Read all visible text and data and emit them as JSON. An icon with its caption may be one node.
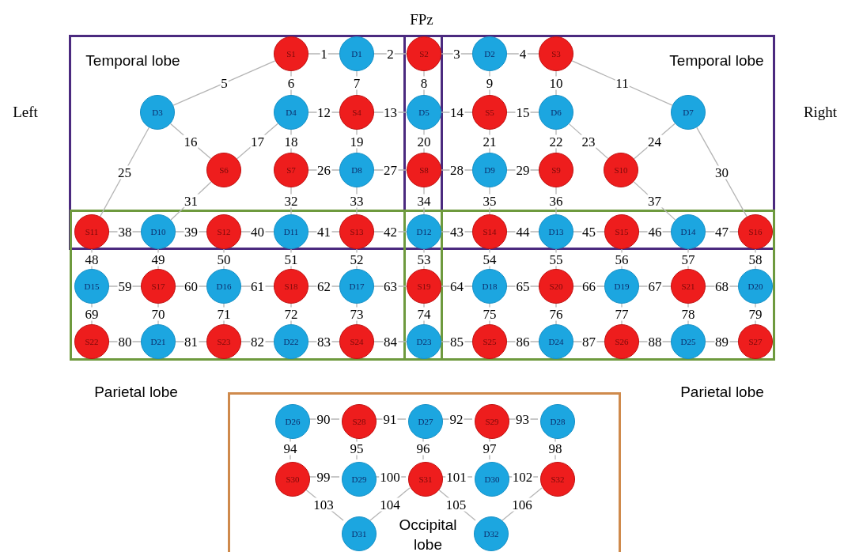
{
  "diagram": {
    "nodes": [
      {
        "text": [
          "S1"
        ]
      },
      {
        "text": [
          "D1"
        ]
      },
      {
        "text": [
          "S2"
        ]
      },
      {
        "text": [
          "D2"
        ]
      },
      {
        "text": [
          "S3"
        ]
      },
      {
        "text": [
          "D3"
        ]
      },
      {
        "text": [
          "D4"
        ]
      },
      {
        "text": [
          "S4"
        ]
      },
      {
        "text": [
          "D5"
        ]
      },
      {
        "text": [
          "S5"
        ]
      },
      {
        "text": [
          "D6"
        ]
      },
      {
        "text": [
          "D7"
        ]
      },
      {
        "text": [
          "S6"
        ]
      },
      {
        "text": [
          "S7"
        ]
      },
      {
        "text": [
          "D8"
        ]
      },
      {
        "text": [
          "S8"
        ]
      },
      {
        "text": [
          "D9"
        ]
      },
      {
        "text": [
          "S9"
        ]
      },
      {
        "text": [
          "S10"
        ]
      },
      {
        "text": [
          "S11"
        ]
      },
      {
        "text": [
          "D10"
        ]
      },
      {
        "text": [
          "S12"
        ]
      },
      {
        "text": [
          "D11"
        ]
      },
      {
        "text": [
          "S13"
        ]
      },
      {
        "text": [
          "D12"
        ]
      },
      {
        "text": [
          "S14"
        ]
      },
      {
        "text": [
          "D13"
        ]
      },
      {
        "text": [
          "S15"
        ]
      },
      {
        "text": [
          "D14"
        ]
      },
      {
        "text": [
          "S16"
        ]
      },
      {
        "text": [
          "D15"
        ]
      },
      {
        "text": [
          "S17"
        ]
      },
      {
        "text": [
          "D16"
        ]
      },
      {
        "text": [
          "S18"
        ]
      },
      {
        "text": [
          "D17"
        ]
      },
      {
        "text": [
          "S19"
        ]
      },
      {
        "text": [
          "D18"
        ]
      },
      {
        "text": [
          "S20"
        ]
      },
      {
        "text": [
          "D19"
        ]
      },
      {
        "text": [
          "S21"
        ]
      },
      {
        "text": [
          "D20"
        ]
      },
      {
        "text": [
          "S22"
        ]
      },
      {
        "text": [
          "D21"
        ]
      },
      {
        "text": [
          "S23"
        ]
      },
      {
        "text": [
          "D22"
        ]
      },
      {
        "text": [
          "S24"
        ]
      },
      {
        "text": [
          "D23"
        ]
      },
      {
        "text": [
          "S25"
        ]
      },
      {
        "text": [
          "D24"
        ]
      },
      {
        "text": [
          "S26"
        ]
      },
      {
        "text": [
          "D25"
        ]
      },
      {
        "text": [
          "S27"
        ]
      },
      {
        "text": [
          "Occipital lobe"
        ]
      },
      {
        "text": [
          "D26"
        ],
        "in": 52
      },
      {
        "text": [
          "S28"
        ],
        "in": 52
      },
      {
        "text": [
          "D27"
        ],
        "in": 52
      },
      {
        "text": [
          "S29"
        ],
        "in": 52
      },
      {
        "text": [
          "D28"
        ],
        "in": 52
      },
      {
        "text": [
          "S30"
        ],
        "in": 52
      },
      {
        "text": [
          "D29"
        ],
        "in": 52
      },
      {
        "text": [
          "S31"
        ],
        "in": 52
      },
      {
        "text": [
          "D30"
        ],
        "in": 52
      },
      {
        "text": [
          "S32"
        ],
        "in": 52
      },
      {
        "text": [
          "D31"
        ],
        "in": 52
      },
      {
        "text": [
          "D32"
        ],
        "in": 52
      }
    ],
    "edges": [
      {
        "from": 0,
        "to": 1,
        "arrow": "none",
        "label": "1"
      },
      {
        "from": 1,
        "to": 2,
        "arrow": "none",
        "label": "2"
      },
      {
        "from": 2,
        "to": 3,
        "arrow": "none",
        "label": "3"
      },
      {
        "from": 3,
        "to": 4,
        "arrow": "none",
        "label": "4"
      },
      {
        "from": 0,
        "to": 5,
        "arrow": "none",
        "label": "5"
      },
      {
        "from": 0,
        "to": 6,
        "arrow": "none",
        "label": "6"
      },
      {
        "from": 1,
        "to": 7,
        "arrow": "none",
        "label": "7"
      },
      {
        "from": 2,
        "to": 8,
        "arrow": "none",
        "label": "8"
      },
      {
        "from": 3,
        "to": 9,
        "arrow": "none",
        "label": "9"
      },
      {
        "from": 4,
        "to": 10,
        "arrow": "none",
        "label": "10"
      },
      {
        "from": 4,
        "to": 11,
        "arrow": "none",
        "label": "11"
      },
      {
        "from": 6,
        "to": 7,
        "arrow": "none",
        "label": "12"
      },
      {
        "from": 7,
        "to": 8,
        "arrow": "none",
        "label": "13"
      },
      {
        "from": 8,
        "to": 9,
        "arrow": "none",
        "label": "14"
      },
      {
        "from": 9,
        "to": 10,
        "arrow": "none",
        "label": "15"
      },
      {
        "from": 5,
        "to": 12,
        "arrow": "none",
        "label": "16"
      },
      {
        "from": 6,
        "to": 12,
        "arrow": "none",
        "label": "17"
      },
      {
        "from": 6,
        "to": 13,
        "arrow": "none",
        "label": "18"
      },
      {
        "from": 7,
        "to": 14,
        "arrow": "none",
        "label": "19"
      },
      {
        "from": 8,
        "to": 15,
        "arrow": "none",
        "label": "20"
      },
      {
        "from": 9,
        "to": 16,
        "arrow": "none",
        "label": "21"
      },
      {
        "from": 10,
        "to": 17,
        "arrow": "none",
        "label": "22"
      },
      {
        "from": 10,
        "to": 18,
        "arrow": "none",
        "label": "23"
      },
      {
        "from": 11,
        "to": 18,
        "arrow": "none",
        "label": "24"
      },
      {
        "from": 5,
        "to": 19,
        "arrow": "none",
        "label": "25"
      },
      {
        "from": 13,
        "to": 14,
        "arrow": "none",
        "label": "26"
      },
      {
        "from": 14,
        "to": 15,
        "arrow": "none",
        "label": "27"
      },
      {
        "from": 15,
        "to": 16,
        "arrow": "none",
        "label": "28"
      },
      {
        "from": 16,
        "to": 17,
        "arrow": "none",
        "label": "29"
      },
      {
        "from": 11,
        "to": 29,
        "arrow": "none",
        "label": "30"
      },
      {
        "from": 12,
        "to": 20,
        "arrow": "none",
        "label": "31"
      },
      {
        "from": 13,
        "to": 22,
        "arrow": "none",
        "label": "32"
      },
      {
        "from": 14,
        "to": 23,
        "arrow": "none",
        "label": "33"
      },
      {
        "from": 15,
        "to": 24,
        "arrow": "none",
        "label": "34"
      },
      {
        "from": 16,
        "to": 25,
        "arrow": "none",
        "label": "35"
      },
      {
        "from": 17,
        "to": 26,
        "arrow": "none",
        "label": "36"
      },
      {
        "from": 18,
        "to": 28,
        "arrow": "none",
        "label": "37"
      },
      {
        "from": 19,
        "to": 20,
        "arrow": "none",
        "label": "38"
      },
      {
        "from": 20,
        "to": 21,
        "arrow": "none",
        "label": "39"
      },
      {
        "from": 21,
        "to": 22,
        "arrow": "none",
        "label": "40"
      },
      {
        "from": 22,
        "to": 23,
        "arrow": "none",
        "label": "41"
      },
      {
        "from": 23,
        "to": 24,
        "arrow": "none",
        "label": "42"
      },
      {
        "from": 24,
        "to": 25,
        "arrow": "none",
        "label": "43"
      },
      {
        "from": 25,
        "to": 26,
        "arrow": "none",
        "label": "44"
      },
      {
        "from": 26,
        "to": 27,
        "arrow": "none",
        "label": "45"
      },
      {
        "from": 27,
        "to": 28,
        "arrow": "none",
        "label": "46"
      },
      {
        "from": 28,
        "to": 29,
        "arrow": "none",
        "label": "47"
      },
      {
        "from": 19,
        "to": 30,
        "arrow": "none",
        "label": "48"
      },
      {
        "from": 20,
        "to": 31,
        "arrow": "none",
        "label": "49"
      },
      {
        "from": 21,
        "to": 32,
        "arrow": "none",
        "label": "50"
      },
      {
        "from": 22,
        "to": 33,
        "arrow": "none",
        "label": "51"
      },
      {
        "from": 23,
        "to": 34,
        "arrow": "none",
        "label": "52"
      },
      {
        "from": 24,
        "to": 35,
        "arrow": "none",
        "label": "53"
      },
      {
        "from": 25,
        "to": 36,
        "arrow": "none",
        "label": "54"
      },
      {
        "from": 26,
        "to": 37,
        "arrow": "none",
        "label": "55"
      },
      {
        "from": 27,
        "to": 38,
        "arrow": "none",
        "label": "56"
      },
      {
        "from": 28,
        "to": 39,
        "arrow": "none",
        "label": "57"
      },
      {
        "from": 29,
        "to": 40,
        "arrow": "none",
        "label": "58"
      },
      {
        "from": 30,
        "to": 31,
        "arrow": "none",
        "label": "59"
      },
      {
        "from": 31,
        "to": 32,
        "arrow": "none",
        "label": "60"
      },
      {
        "from": 32,
        "to": 33,
        "arrow": "none",
        "label": "61"
      },
      {
        "from": 33,
        "to": 34,
        "arrow": "none",
        "label": "62"
      },
      {
        "from": 34,
        "to": 35,
        "arrow": "none",
        "label": "63"
      },
      {
        "from": 35,
        "to": 36,
        "arrow": "none",
        "label": "64"
      },
      {
        "from": 36,
        "to": 37,
        "arrow": "none",
        "label": "65"
      },
      {
        "from": 37,
        "to": 38,
        "arrow": "none",
        "label": "66"
      },
      {
        "from": 38,
        "to": 39,
        "arrow": "none",
        "label": "67"
      },
      {
        "from": 39,
        "to": 40,
        "arrow": "none",
        "label": "68"
      },
      {
        "from": 30,
        "to": 41,
        "arrow": "none",
        "label": "69"
      },
      {
        "from": 31,
        "to": 42,
        "arrow": "none",
        "label": "70"
      },
      {
        "from": 32,
        "to": 43,
        "arrow": "none",
        "label": "71"
      },
      {
        "from": 33,
        "to": 44,
        "arrow": "none",
        "label": "72"
      },
      {
        "from": 34,
        "to": 45,
        "arrow": "none",
        "label": "73"
      },
      {
        "from": 35,
        "to": 46,
        "arrow": "none",
        "label": "74"
      },
      {
        "from": 36,
        "to": 47,
        "arrow": "none",
        "label": "75"
      },
      {
        "from": 37,
        "to": 48,
        "arrow": "none",
        "label": "76"
      },
      {
        "from": 38,
        "to": 49,
        "arrow": "none",
        "label": "77"
      },
      {
        "from": 39,
        "to": 50,
        "arrow": "none",
        "label": "78"
      },
      {
        "from": 40,
        "to": 51,
        "arrow": "none",
        "label": "79"
      },
      {
        "from": 41,
        "to": 42,
        "arrow": "none",
        "label": "80"
      },
      {
        "from": 42,
        "to": 43,
        "arrow": "none",
        "label": "81"
      },
      {
        "from": 43,
        "to": 44,
        "arrow": "none",
        "label": "82"
      },
      {
        "from": 44,
        "to": 45,
        "arrow": "none",
        "label": "83"
      },
      {
        "from": 45,
        "to": 46,
        "arrow": "none",
        "label": "84"
      },
      {
        "from": 46,
        "to": 47,
        "arrow": "none",
        "label": "85"
      },
      {
        "from": 47,
        "to": 48,
        "arrow": "none",
        "label": "86"
      },
      {
        "from": 48,
        "to": 49,
        "arrow": "none",
        "label": "87"
      },
      {
        "from": 49,
        "to": 50,
        "arrow": "none",
        "label": "88"
      },
      {
        "from": 50,
        "to": 51,
        "arrow": "none",
        "label": "89"
      },
      {
        "from": 53,
        "to": 54,
        "arrow": "none",
        "label": "90"
      },
      {
        "from": 54,
        "to": 55,
        "arrow": "none",
        "label": "91"
      },
      {
        "from": 55,
        "to": 56,
        "arrow": "none",
        "label": "92"
      },
      {
        "from": 56,
        "to": 57,
        "arrow": "none",
        "label": "93"
      },
      {
        "from": 53,
        "to": 58,
        "arrow": "none",
        "label": "94"
      },
      {
        "from": 54,
        "to": 59,
        "arrow": "none",
        "label": "95"
      },
      {
        "from": 55,
        "to": 60,
        "arrow": "none",
        "label": "96"
      },
      {
        "from": 56,
        "to": 61,
        "arrow": "none",
        "label": "97"
      },
      {
        "from": 57,
        "to": 62,
        "arrow": "none",
        "label": "98"
      },
      {
        "from": 58,
        "to": 59,
        "arrow": "none",
        "label": "99"
      },
      {
        "from": 59,
        "to": 60,
        "arrow": "none",
        "label": "100"
      },
      {
        "from": 60,
        "to": 61,
        "arrow": "none",
        "label": "101"
      },
      {
        "from": 61,
        "to": 62,
        "arrow": "none",
        "label": "102"
      },
      {
        "from": 58,
        "to": 63,
        "arrow": "none",
        "label": "103"
      },
      {
        "from": 60,
        "to": 63,
        "arrow": "none",
        "label": "104"
      },
      {
        "from": 60,
        "to": 64,
        "arrow": "none",
        "label": "105"
      },
      {
        "from": 62,
        "to": 64,
        "arrow": "none",
        "label": "106"
      }
    ],
    "labels": [
      "FPz",
      "Temporal lobe",
      "Temporal lobe",
      "Left",
      "Right",
      "Parietal lobe",
      "Parietal lobe"
    ]
  }
}
